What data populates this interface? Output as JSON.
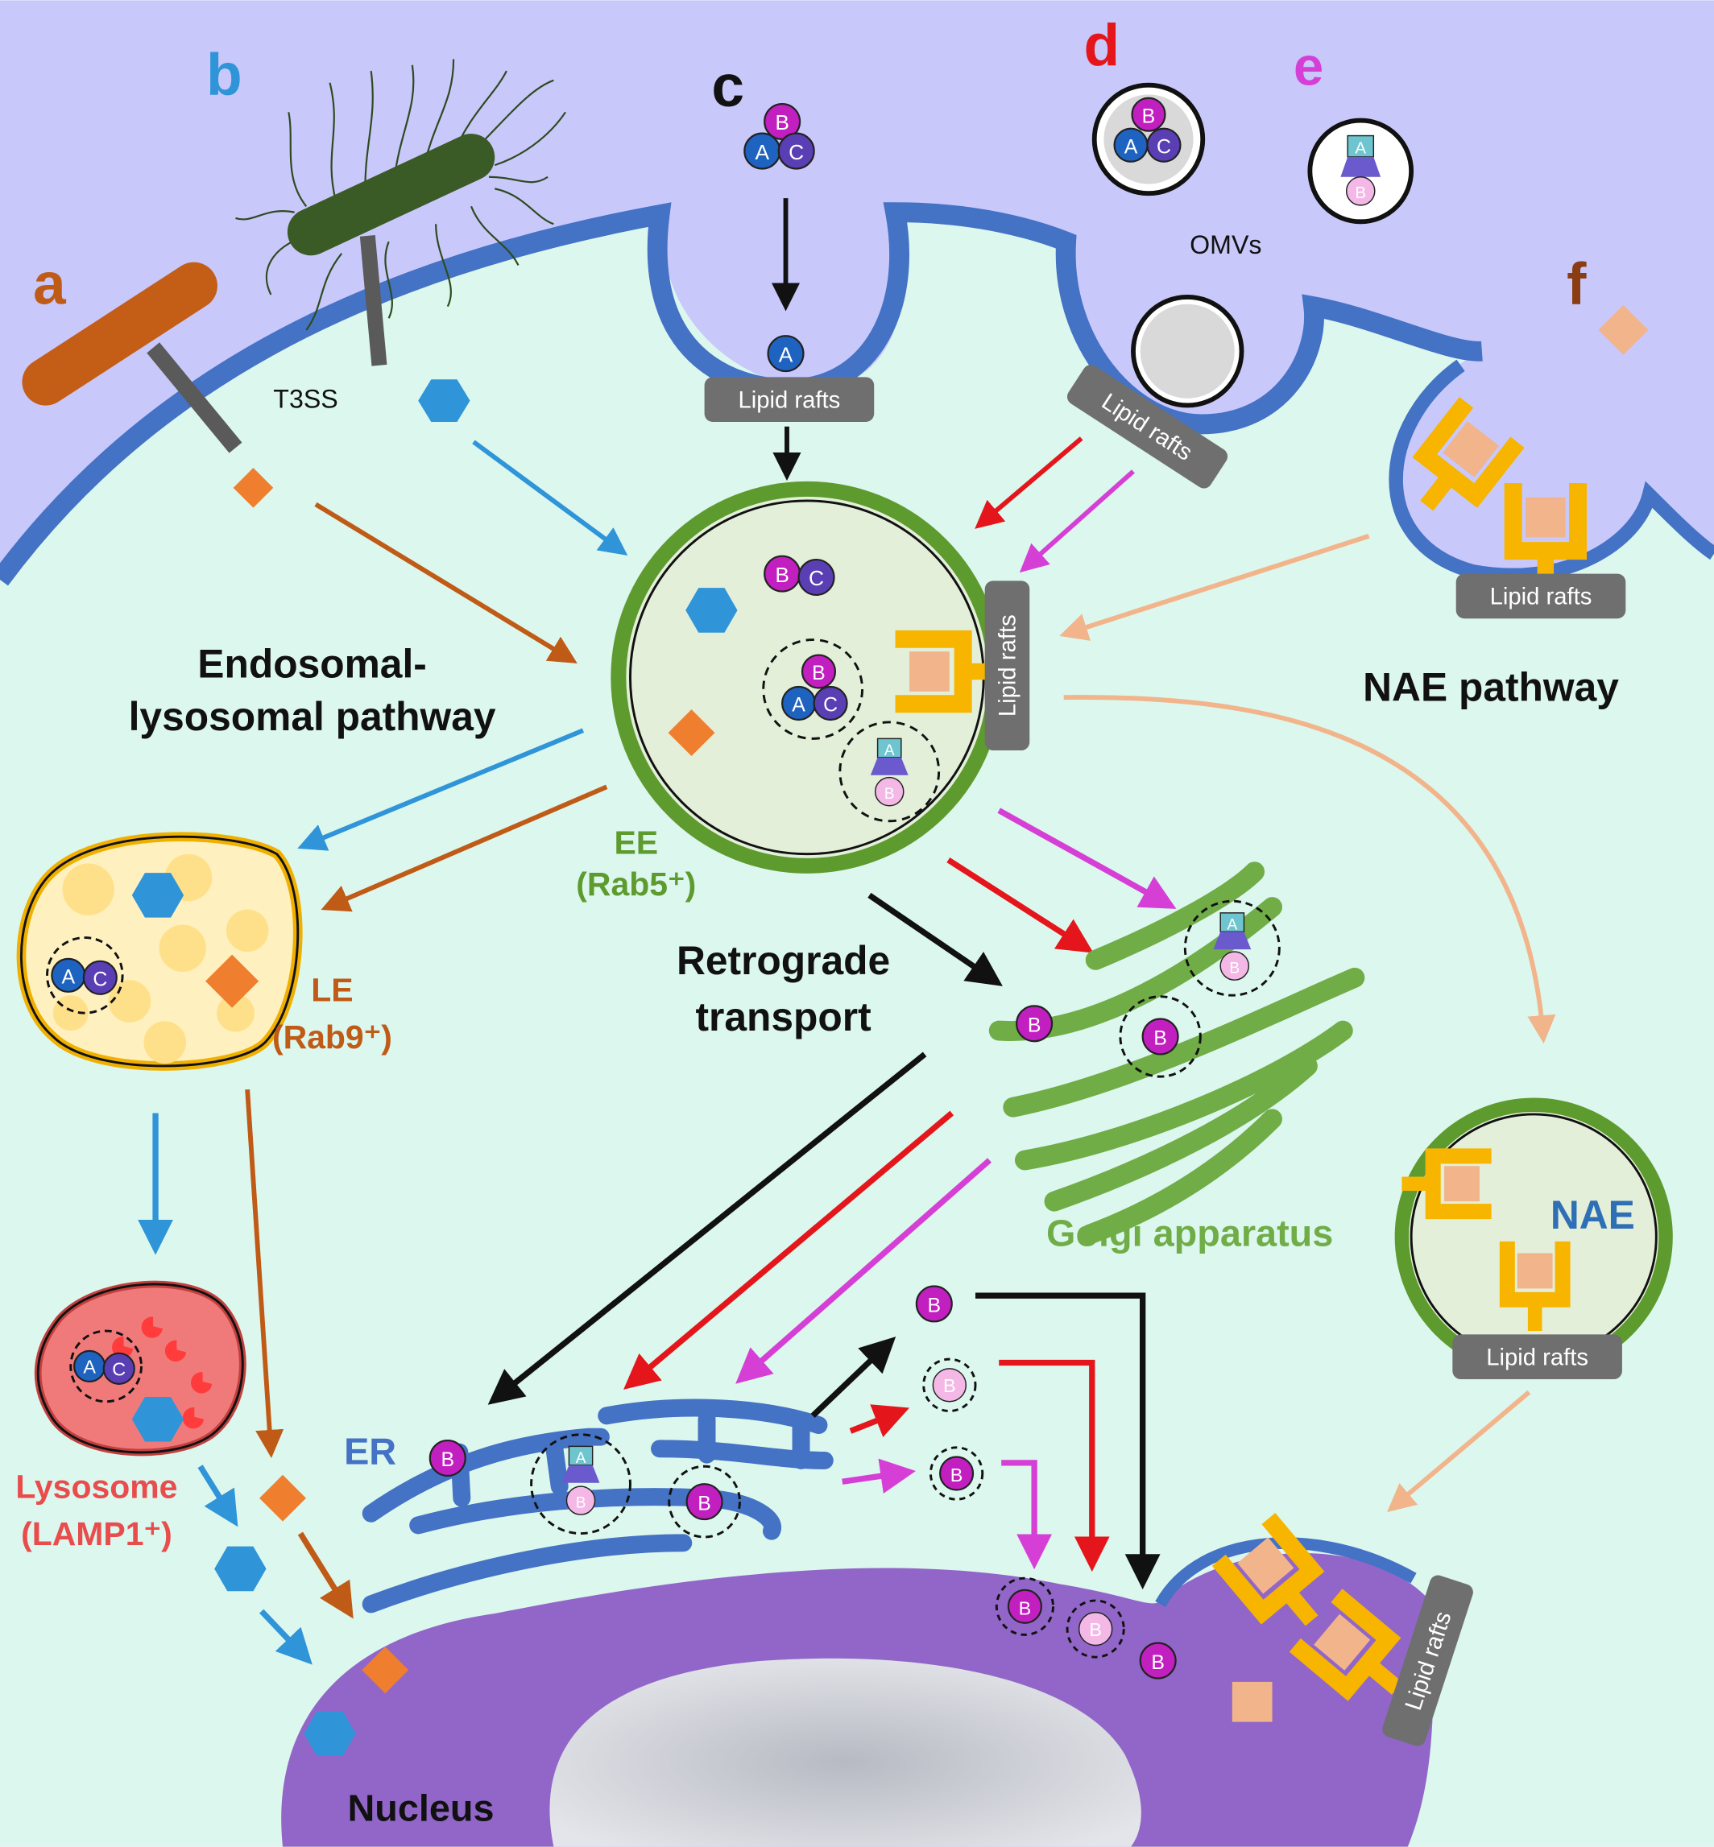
{
  "panel_letters": {
    "a": {
      "text": "a",
      "color": "#bf5b17"
    },
    "b": {
      "text": "b",
      "color": "#2f95d8"
    },
    "c": {
      "text": "c",
      "color": "#111111"
    },
    "d": {
      "text": "d",
      "color": "#e4161b"
    },
    "e": {
      "text": "e",
      "color": "#d63fd6"
    },
    "f": {
      "text": "f",
      "color": "#8a3c12"
    }
  },
  "labels": {
    "t3ss": "T3SS",
    "omvs": "OMVs",
    "lipid_rafts": "Lipid rafts",
    "endo_line1": "Endosomal-",
    "endo_line2": "lysosomal pathway",
    "nae_pathway": "NAE pathway",
    "ee_line1": "EE",
    "ee_line2": "(Rab5⁺)",
    "le_line1": "LE",
    "le_line2": "(Rab9⁺)",
    "lys_line1": "Lysosome",
    "lys_line2": "(LAMP1⁺)",
    "retro_line1": "Retrograde",
    "retro_line2": "transport",
    "golgi": "Golgi apparatus",
    "er": "ER",
    "nae": "NAE",
    "nucleus": "Nucleus"
  },
  "subunits": {
    "A": "A",
    "B": "B",
    "C": "C"
  },
  "colors": {
    "outside": "#c9c8fb",
    "cytoplasm": "#dcf7ee",
    "membrane": "#4472c4",
    "ee_border": "#5e9b2f",
    "golgi": "#70ad47",
    "er": "#4472c4",
    "nucleus": "#9166c8",
    "nucleolus": "#d5d7de",
    "le_fill": "#fff0c0",
    "le_border": "#f0b000",
    "lysosome": "#f07a7a",
    "toxin_a": "#bf5b17",
    "toxin_b": "#2f95d8",
    "toxin_cde_red": "#e4161b",
    "toxin_e": "#d63fd6",
    "toxin_f": "#f2b48a",
    "receptor": "#f7b500",
    "raft": "#6f6f6f",
    "subunit_b": "#c21fc0",
    "subunit_a": "#1f63c1",
    "subunit_c": "#5a3fb4"
  }
}
